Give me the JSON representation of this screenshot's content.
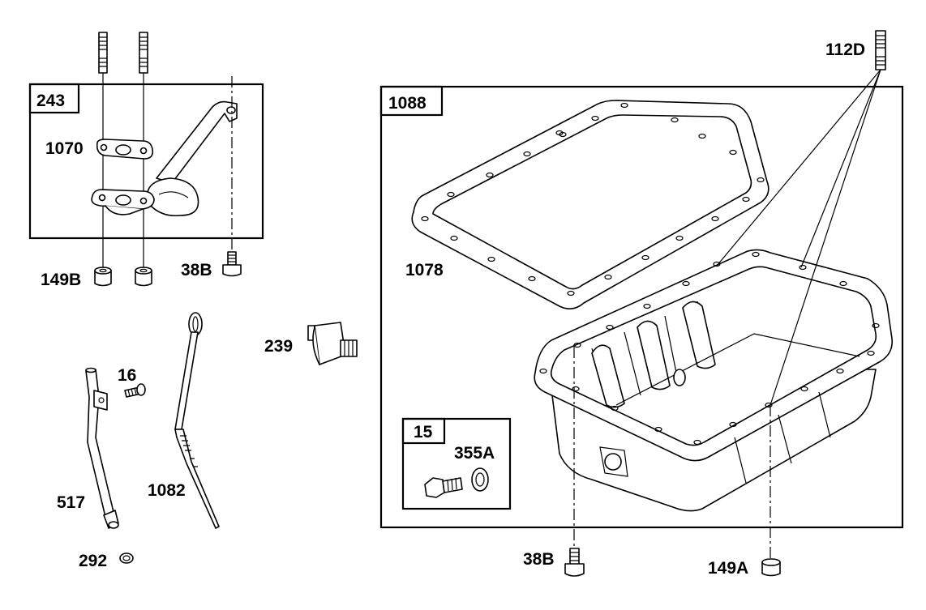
{
  "diagram": {
    "boxes": {
      "box_243": "243",
      "box_1088": "1088",
      "box_15": "15"
    },
    "labels": {
      "p1070": "1070",
      "p149B": "149B",
      "p38B_top": "38B",
      "p239": "239",
      "p16": "16",
      "p517": "517",
      "p1082": "1082",
      "p292": "292",
      "p112D": "112D",
      "p1078": "1078",
      "p355A": "355A",
      "p38B_bottom": "38B",
      "p149A": "149A"
    }
  }
}
